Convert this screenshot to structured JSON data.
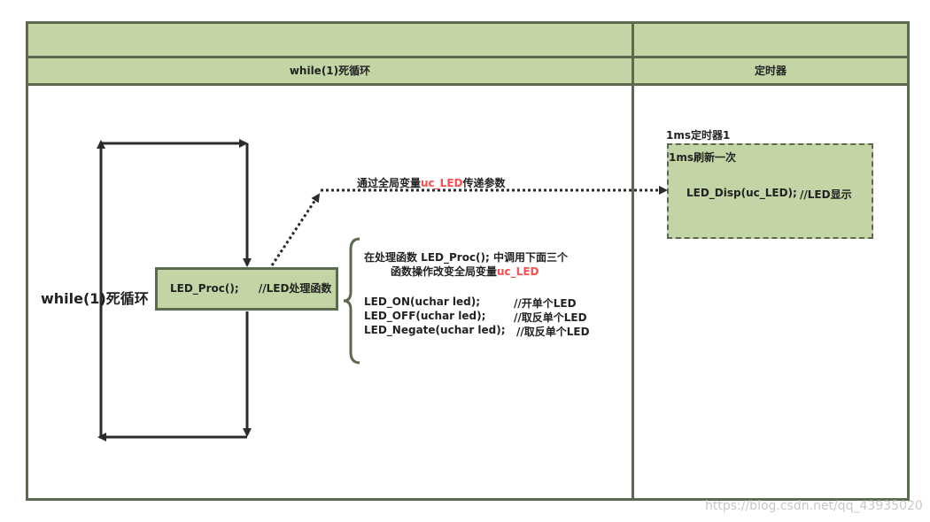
{
  "lanes": {
    "left_header": "while(1)死循环",
    "right_header": "定时器"
  },
  "loop": {
    "label": "while(1)死循环"
  },
  "process_box": {
    "call": "LED_Proc();",
    "comment": "//LED处理函数"
  },
  "message": {
    "prefix": "通过全局变量",
    "var": "uc_LED",
    "suffix": "传递参数"
  },
  "note": {
    "line1": "在处理函数 LED_Proc(); 中调用下面三个",
    "line2_prefix": "函数操作改变全局变量",
    "line2_var": "uc_LED",
    "functions": [
      {
        "call": "LED_ON(uchar led);",
        "comment": "//开单个LED"
      },
      {
        "call": "LED_OFF(uchar led);",
        "comment": "//取反单个LED"
      },
      {
        "call": "LED_Negate(uchar led);",
        "comment": "//取反单个LED"
      }
    ]
  },
  "timer": {
    "title": "1ms定时器1",
    "period": "1ms刷新一次",
    "call": "LED_Disp(uc_LED);",
    "comment": "//LED显示"
  },
  "watermark": "https://blog.csdn.net/qq_43935020",
  "colors": {
    "header_fill": "#c3d5a4",
    "border": "#5c6b4f",
    "arrow": "#2b2b2b",
    "highlight": "#ff4d4d"
  }
}
